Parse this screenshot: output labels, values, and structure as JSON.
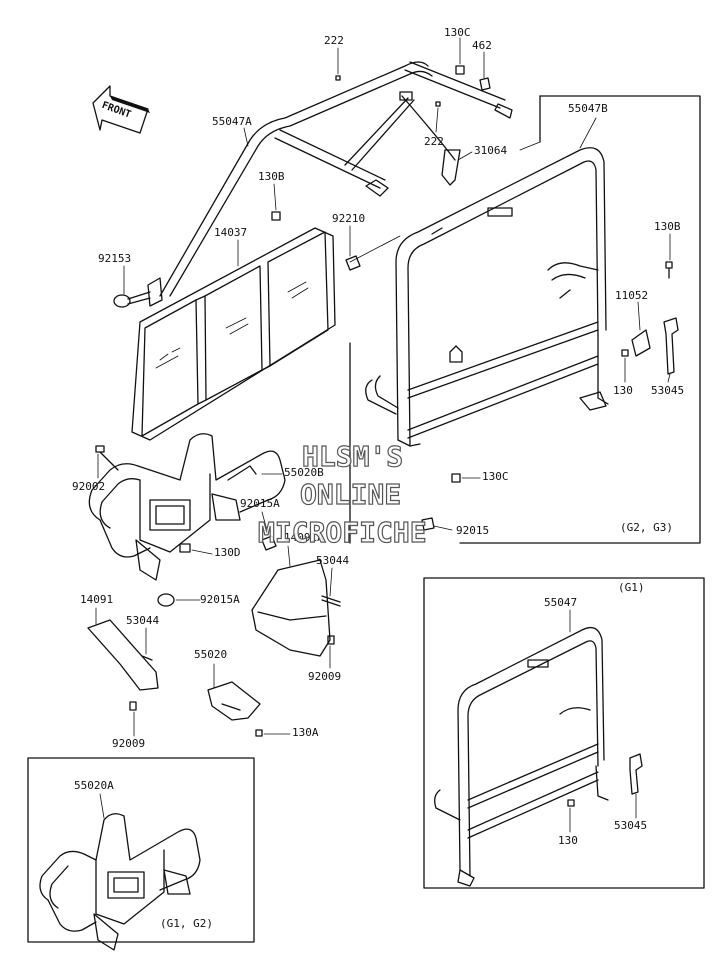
{
  "front_arrow": {
    "label": "FRONT"
  },
  "watermark": {
    "line1": "HLSM'S",
    "line2": "ONLINE",
    "line3": "MICROFICHE"
  },
  "callouts": {
    "c222_top": "222",
    "c130C_top": "130C",
    "c462": "462",
    "c55047A": "55047A",
    "c55047B": "55047B",
    "c222_mid": "222",
    "c31064": "31064",
    "c130B_left": "130B",
    "c92210": "92210",
    "c14037": "14037",
    "c92153": "92153",
    "c130B_right": "130B",
    "c11052": "11052",
    "c130_right": "130",
    "c53045_right": "53045",
    "c92002": "92002",
    "c55020B": "55020B",
    "c130C_mid": "130C",
    "c92015A_upper": "92015A",
    "c14091A": "14091A",
    "c92015": "92015",
    "c130D": "130D",
    "c53044_mid": "53044",
    "c92015A_lower": "92015A",
    "c14091": "14091",
    "c53044_left": "53044",
    "c55020": "55020",
    "c92009_mid": "92009",
    "c92009_left": "92009",
    "c130A": "130A",
    "c55047": "55047",
    "c130_g1": "130",
    "c53045_g1": "53045",
    "c55020A": "55020A"
  },
  "boxes": {
    "g2g3": "(G2, G3)",
    "g1_rack": "(G1)",
    "g1g2": "(G1, G2)"
  }
}
